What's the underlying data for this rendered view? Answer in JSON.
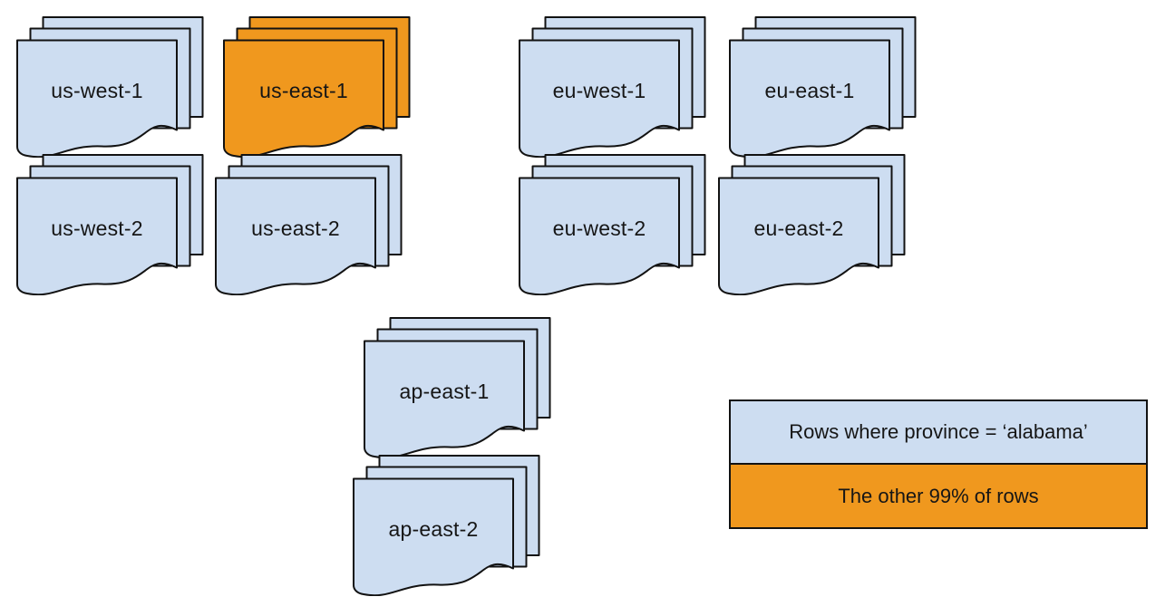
{
  "colors": {
    "background": "#ffffff",
    "document_blue": "#cdddf1",
    "highlight_orange": "#f0981e",
    "outline": "#121212",
    "text": "#161616"
  },
  "stacks": [
    {
      "label": "us-west-1",
      "color": "blue"
    },
    {
      "label": "us-east-1",
      "color": "orange"
    },
    {
      "label": "eu-west-1",
      "color": "blue"
    },
    {
      "label": "eu-east-1",
      "color": "blue"
    },
    {
      "label": "us-west-2",
      "color": "blue"
    },
    {
      "label": "us-east-2",
      "color": "blue"
    },
    {
      "label": "eu-west-2",
      "color": "blue"
    },
    {
      "label": "eu-east-2",
      "color": "blue"
    },
    {
      "label": "ap-east-1",
      "color": "blue"
    },
    {
      "label": "ap-east-2",
      "color": "blue"
    }
  ],
  "legend": {
    "items": [
      {
        "label": "Rows where province = ‘alabama’",
        "color": "blue"
      },
      {
        "label": "The other 99% of rows",
        "color": "orange"
      }
    ]
  }
}
